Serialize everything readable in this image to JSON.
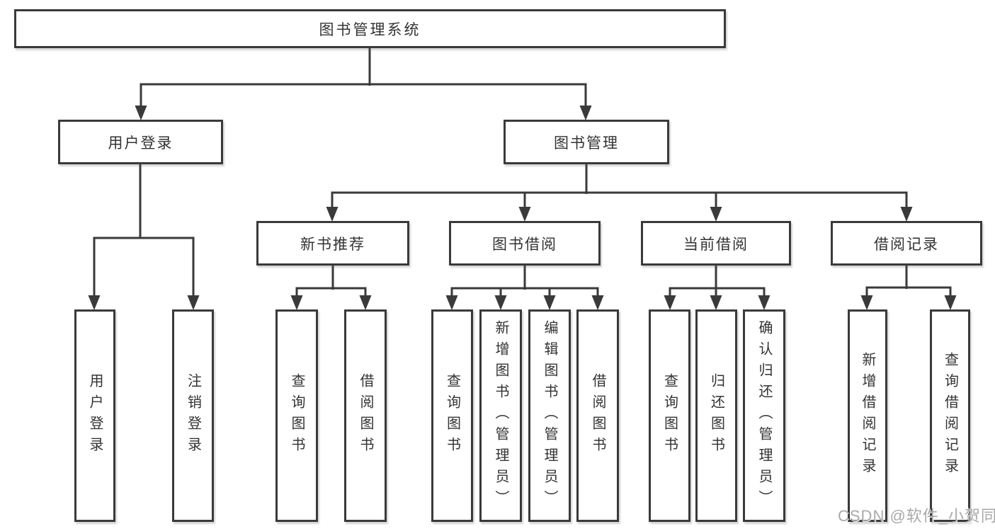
{
  "diagram": {
    "root": {
      "label": "图书管理系统"
    },
    "branches": [
      {
        "label": "用户登录",
        "children": [
          "用户登录",
          "注销登录"
        ]
      },
      {
        "label": "图书管理",
        "groups": [
          {
            "label": "新书推荐",
            "children": [
              "查询图书",
              "借阅图书"
            ]
          },
          {
            "label": "图书借阅",
            "children": [
              "查询图书",
              "新增图书（管理员）",
              "编辑图书（管理员）",
              "借阅图书"
            ]
          },
          {
            "label": "当前借阅",
            "children": [
              "查询图书",
              "归还图书",
              "确认归还（管理员）"
            ]
          },
          {
            "label": "借阅记录",
            "children": [
              "新增借阅记录",
              "查询借阅记录"
            ]
          }
        ]
      }
    ]
  },
  "watermark": {
    "text": "CSDN @软件_小贺同学"
  },
  "colors": {
    "line": "#3a3a3a",
    "text": "#333333",
    "watermark": "#a9a9a9",
    "background": "#ffffff"
  }
}
